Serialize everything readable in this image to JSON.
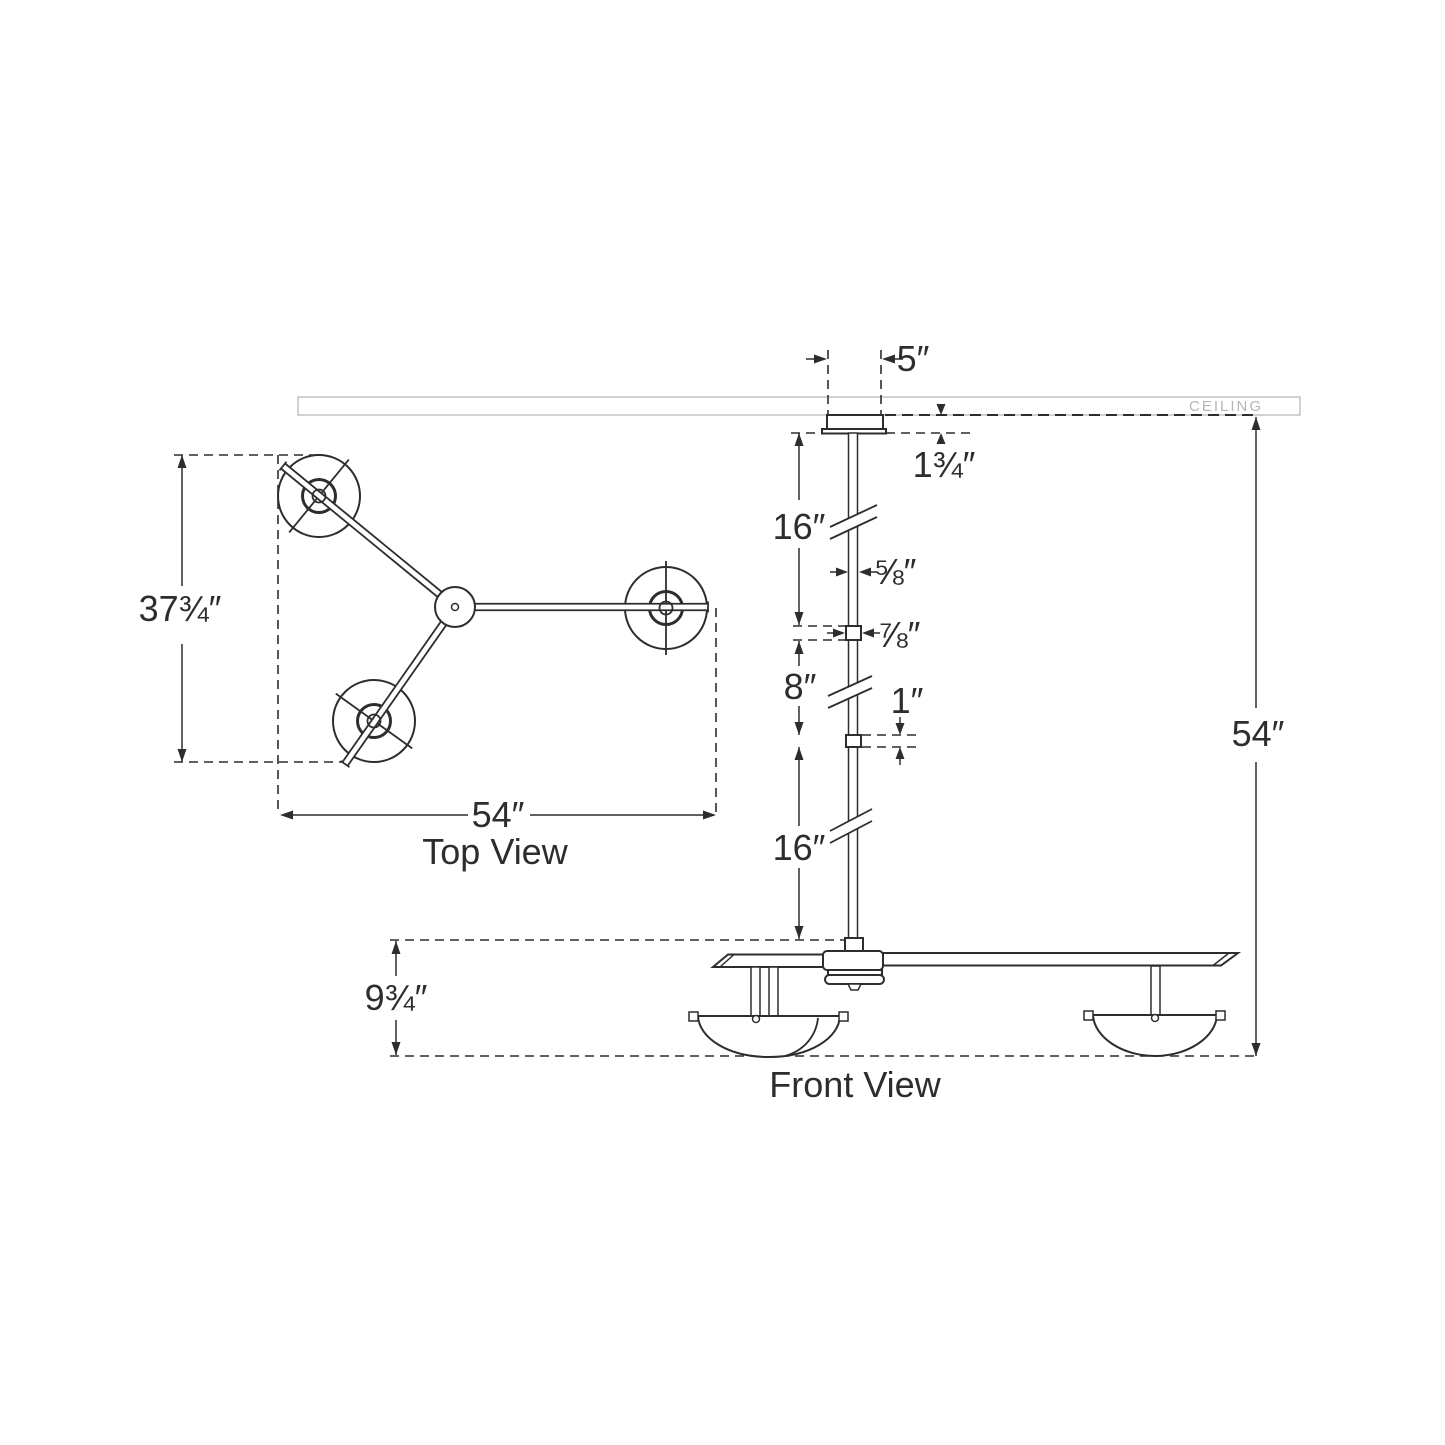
{
  "ceiling": {
    "label": "CEILING"
  },
  "top_view": {
    "label": "Top View",
    "dims": {
      "overall_width": "54″",
      "depth": "37¾″"
    }
  },
  "front_view": {
    "label": "Front View",
    "dims": {
      "canopy_width": "5″",
      "canopy_height": "1¾″",
      "upper_rod_length": "16″",
      "rod_diameter": "⅝″",
      "coupler_width": "⅞″",
      "middle_rod_length": "8″",
      "coupler_height": "1″",
      "lower_rod_length": "16″",
      "body_height": "9¾″",
      "overall_height": "54″"
    }
  },
  "colors": {
    "line": "#2d2d2d",
    "hatch": "#b3b3b3",
    "ceiling-text": "#b6b6b6",
    "bg": "#ffffff"
  }
}
